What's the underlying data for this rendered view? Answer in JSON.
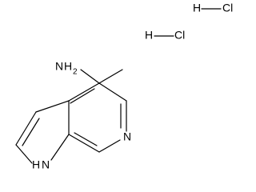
{
  "molecule": {
    "labels": {
      "amine_n": "N",
      "amine_h": "H",
      "amine_h_count": "2",
      "pyridine_n": "N",
      "pyrrole_n": "N",
      "pyrrole_h": "H"
    }
  },
  "salt": {
    "hcl_1": {
      "h": "H",
      "cl": "Cl"
    },
    "hcl_2": {
      "h": "H",
      "cl": "Cl"
    }
  },
  "colors": {
    "ink": "#000000",
    "background": "#ffffff"
  }
}
